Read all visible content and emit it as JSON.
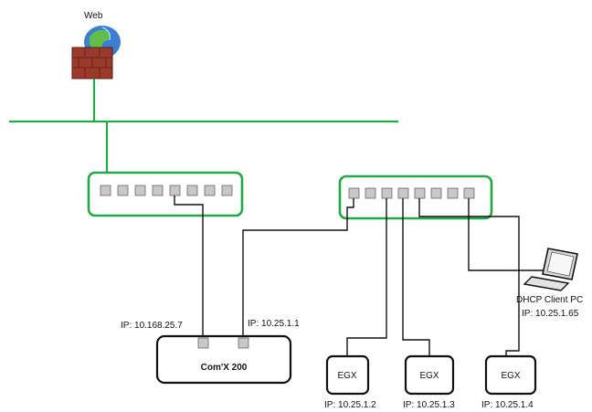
{
  "internet": {
    "label": "Web",
    "icon": "web-firewall-globe-icon"
  },
  "gateway": {
    "name": "Com'X 200",
    "left_ip": "IP: 10.168.25.7",
    "right_ip": "IP: 10.25.1.1"
  },
  "switches": [
    {
      "ports": 8
    },
    {
      "ports": 8
    }
  ],
  "egx_devices": [
    {
      "name": "EGX",
      "ip": "IP: 10.25.1.2"
    },
    {
      "name": "EGX",
      "ip": "IP: 10.25.1.3"
    },
    {
      "name": "EGX",
      "ip": "IP: 10.25.1.4"
    }
  ],
  "client": {
    "name": "DHCP Client PC",
    "ip": "IP: 10.25.1.65",
    "icon": "laptop-icon"
  },
  "colors": {
    "network": "#22a846",
    "wire": "#111111",
    "port": "#c8c8c8"
  }
}
